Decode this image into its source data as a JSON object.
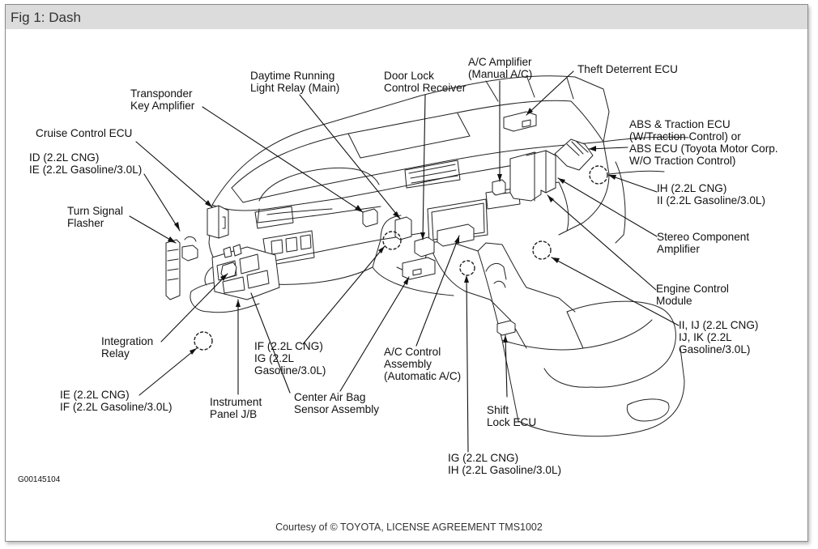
{
  "figure": {
    "caption": "Fig 1: Dash",
    "figure_id": "G00145104",
    "credit": "Courtesy of © TOYOTA, LICENSE AGREEMENT TMS1002"
  },
  "labels": {
    "transponder": "Transponder\nKey Amplifier",
    "drl": "Daytime Running\nLight Relay (Main)",
    "door_lock": "Door Lock\nControl Receiver",
    "ac_amp": "A/C Amplifier\n(Manual A/C)",
    "theft": "Theft Deterrent ECU",
    "cruise": "Cruise Control ECU",
    "id_connector": "ID (2.2L CNG)\nIE (2.2L Gasoline/3.0L)",
    "abs": "ABS & Traction ECU\n(W/Traction Control) or\nABS ECU (Toyota Motor Corp.\nW/O Traction Control)",
    "turn_signal": "Turn Signal\nFlasher",
    "ih_connector": "IH (2.2L CNG)\nII (2.2L Gasoline/3.0L)",
    "stereo": "Stereo Component\nAmplifier",
    "engine": "Engine Control\nModule",
    "ii_connector": "II, IJ (2.2L CNG)\nIJ, IK (2.2L\nGasoline/3.0L)",
    "integration": "Integration\nRelay",
    "if_connector": "IF (2.2L CNG)\nIG (2.2L\nGasoline/3.0L)",
    "ac_control": "A/C Control\nAssembly\n(Automatic A/C)",
    "ie_connector": "IE (2.2L CNG)\nIF (2.2L Gasoline/3.0L)",
    "instrument": "Instrument\nPanel J/B",
    "airbag": "Center Air Bag\nSensor Assembly",
    "shift_lock": "Shift\nLock ECU",
    "ig_connector": "IG (2.2L CNG)\nIH (2.2L Gasoline/3.0L)"
  }
}
